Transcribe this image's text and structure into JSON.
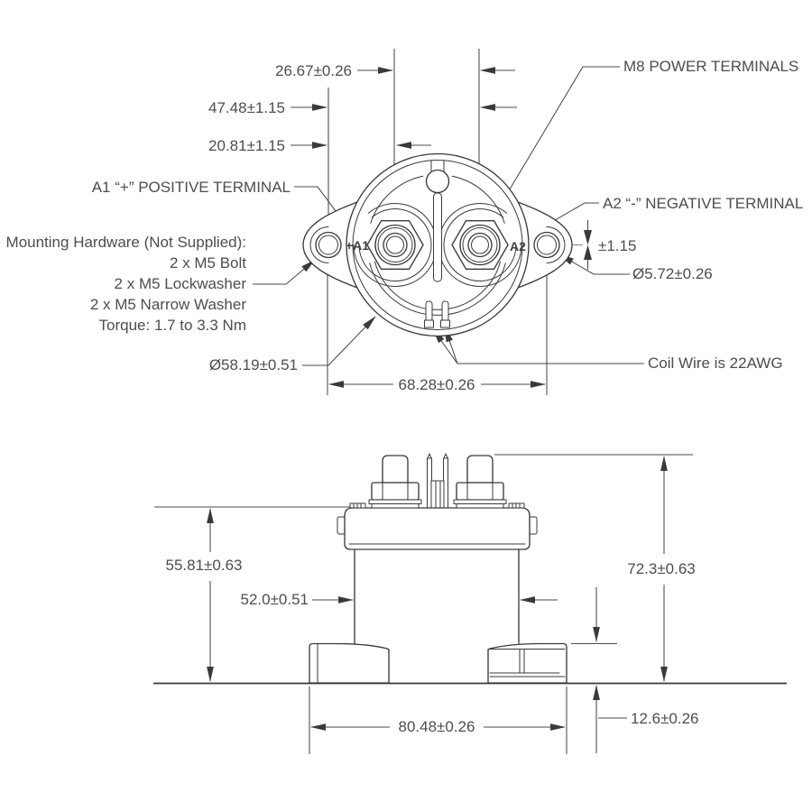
{
  "top_view": {
    "dims": {
      "terminal_spacing": "26.67±0.26",
      "hole_to_far_terminal": "47.48±1.15",
      "hole_to_near_terminal": "20.81±1.15",
      "vertical_tolerance": "±1.15",
      "hole_diameter": "Ø5.72±0.26",
      "body_diameter": "Ø58.19±0.51",
      "hole_spacing": "68.28±0.26"
    },
    "labels": {
      "positive_terminal": "A1 “+” POSITIVE TERMINAL",
      "power_terminals": "M8 POWER TERMINALS",
      "negative_terminal": "A2 “-” NEGATIVE TERMINAL",
      "coil_wire": "Coil Wire is 22AWG"
    },
    "markings": {
      "a1": "+A1",
      "a2": "A2"
    },
    "mounting_note": [
      "Mounting Hardware (Not Supplied):",
      "2 x M5 Bolt",
      "2 x M5 Lockwasher",
      "2 x M5 Narrow Washer",
      "Torque:  1.7 to 3.3 Nm"
    ]
  },
  "side_view": {
    "dims": {
      "height_to_cover": "55.81±0.63",
      "body_width": "52.0±0.51",
      "overall_height": "72.3±0.63",
      "flange_width": "80.48±0.26",
      "flange_height": "12.6±0.26"
    }
  },
  "colors": {
    "line": "#3a3a3a",
    "text": "#4d4d4d",
    "background": "#ffffff"
  }
}
